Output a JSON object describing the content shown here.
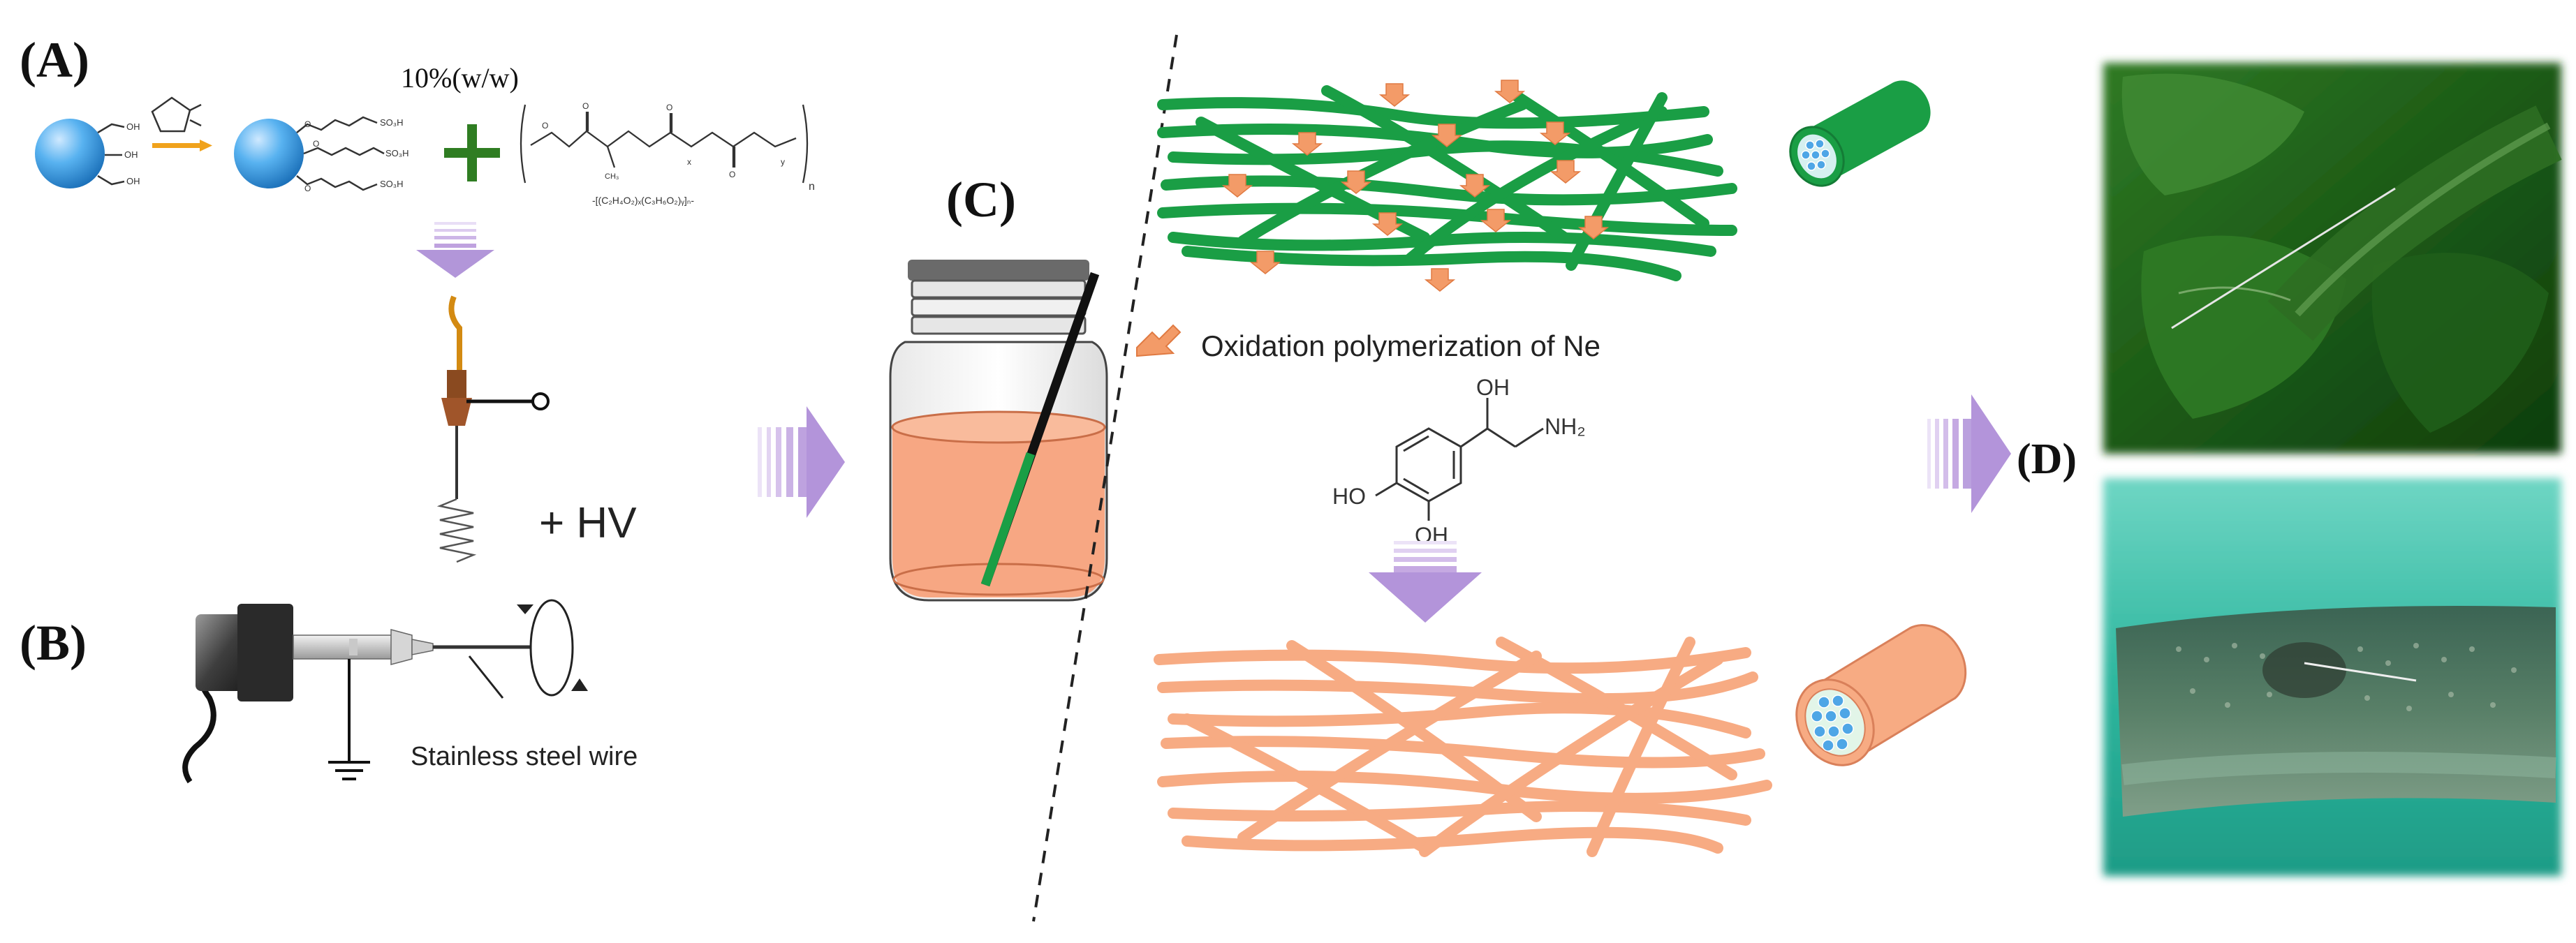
{
  "panels": {
    "a": "(A)",
    "b": "(B)",
    "c": "(C)",
    "d": "(D)"
  },
  "panel_a": {
    "ratio": "10%(w/w)",
    "oh_labels": [
      "OH",
      "OH",
      "OH"
    ],
    "so3h_labels": [
      "SO₃H",
      "SO₃H",
      "SO₃H"
    ],
    "polymer_footer": "-[(C₂H₄O₂)ₓ(C₃H₆O₂)ᵧ]ₙ-",
    "n_subscript": "n",
    "x_sub": "x",
    "y_sub": "y"
  },
  "panel_b": {
    "hv": "+ HV",
    "wire_label": "Stainless steel wire"
  },
  "panel_c": {
    "oxidation": "Oxidation polymerization of Ne",
    "molecule": {
      "oh_top": "OH",
      "nh2": "NH₂",
      "ho_left": "HO",
      "oh_bottom": "OH"
    }
  },
  "colors": {
    "green_fiber": "#1a9e45",
    "orange_fiber": "#f7ab83",
    "arrow_purple": "#b79ad6",
    "orange_arrow": "#f39b68",
    "particle_blue": "#4ea6e6",
    "liquid": "#f7a783"
  }
}
